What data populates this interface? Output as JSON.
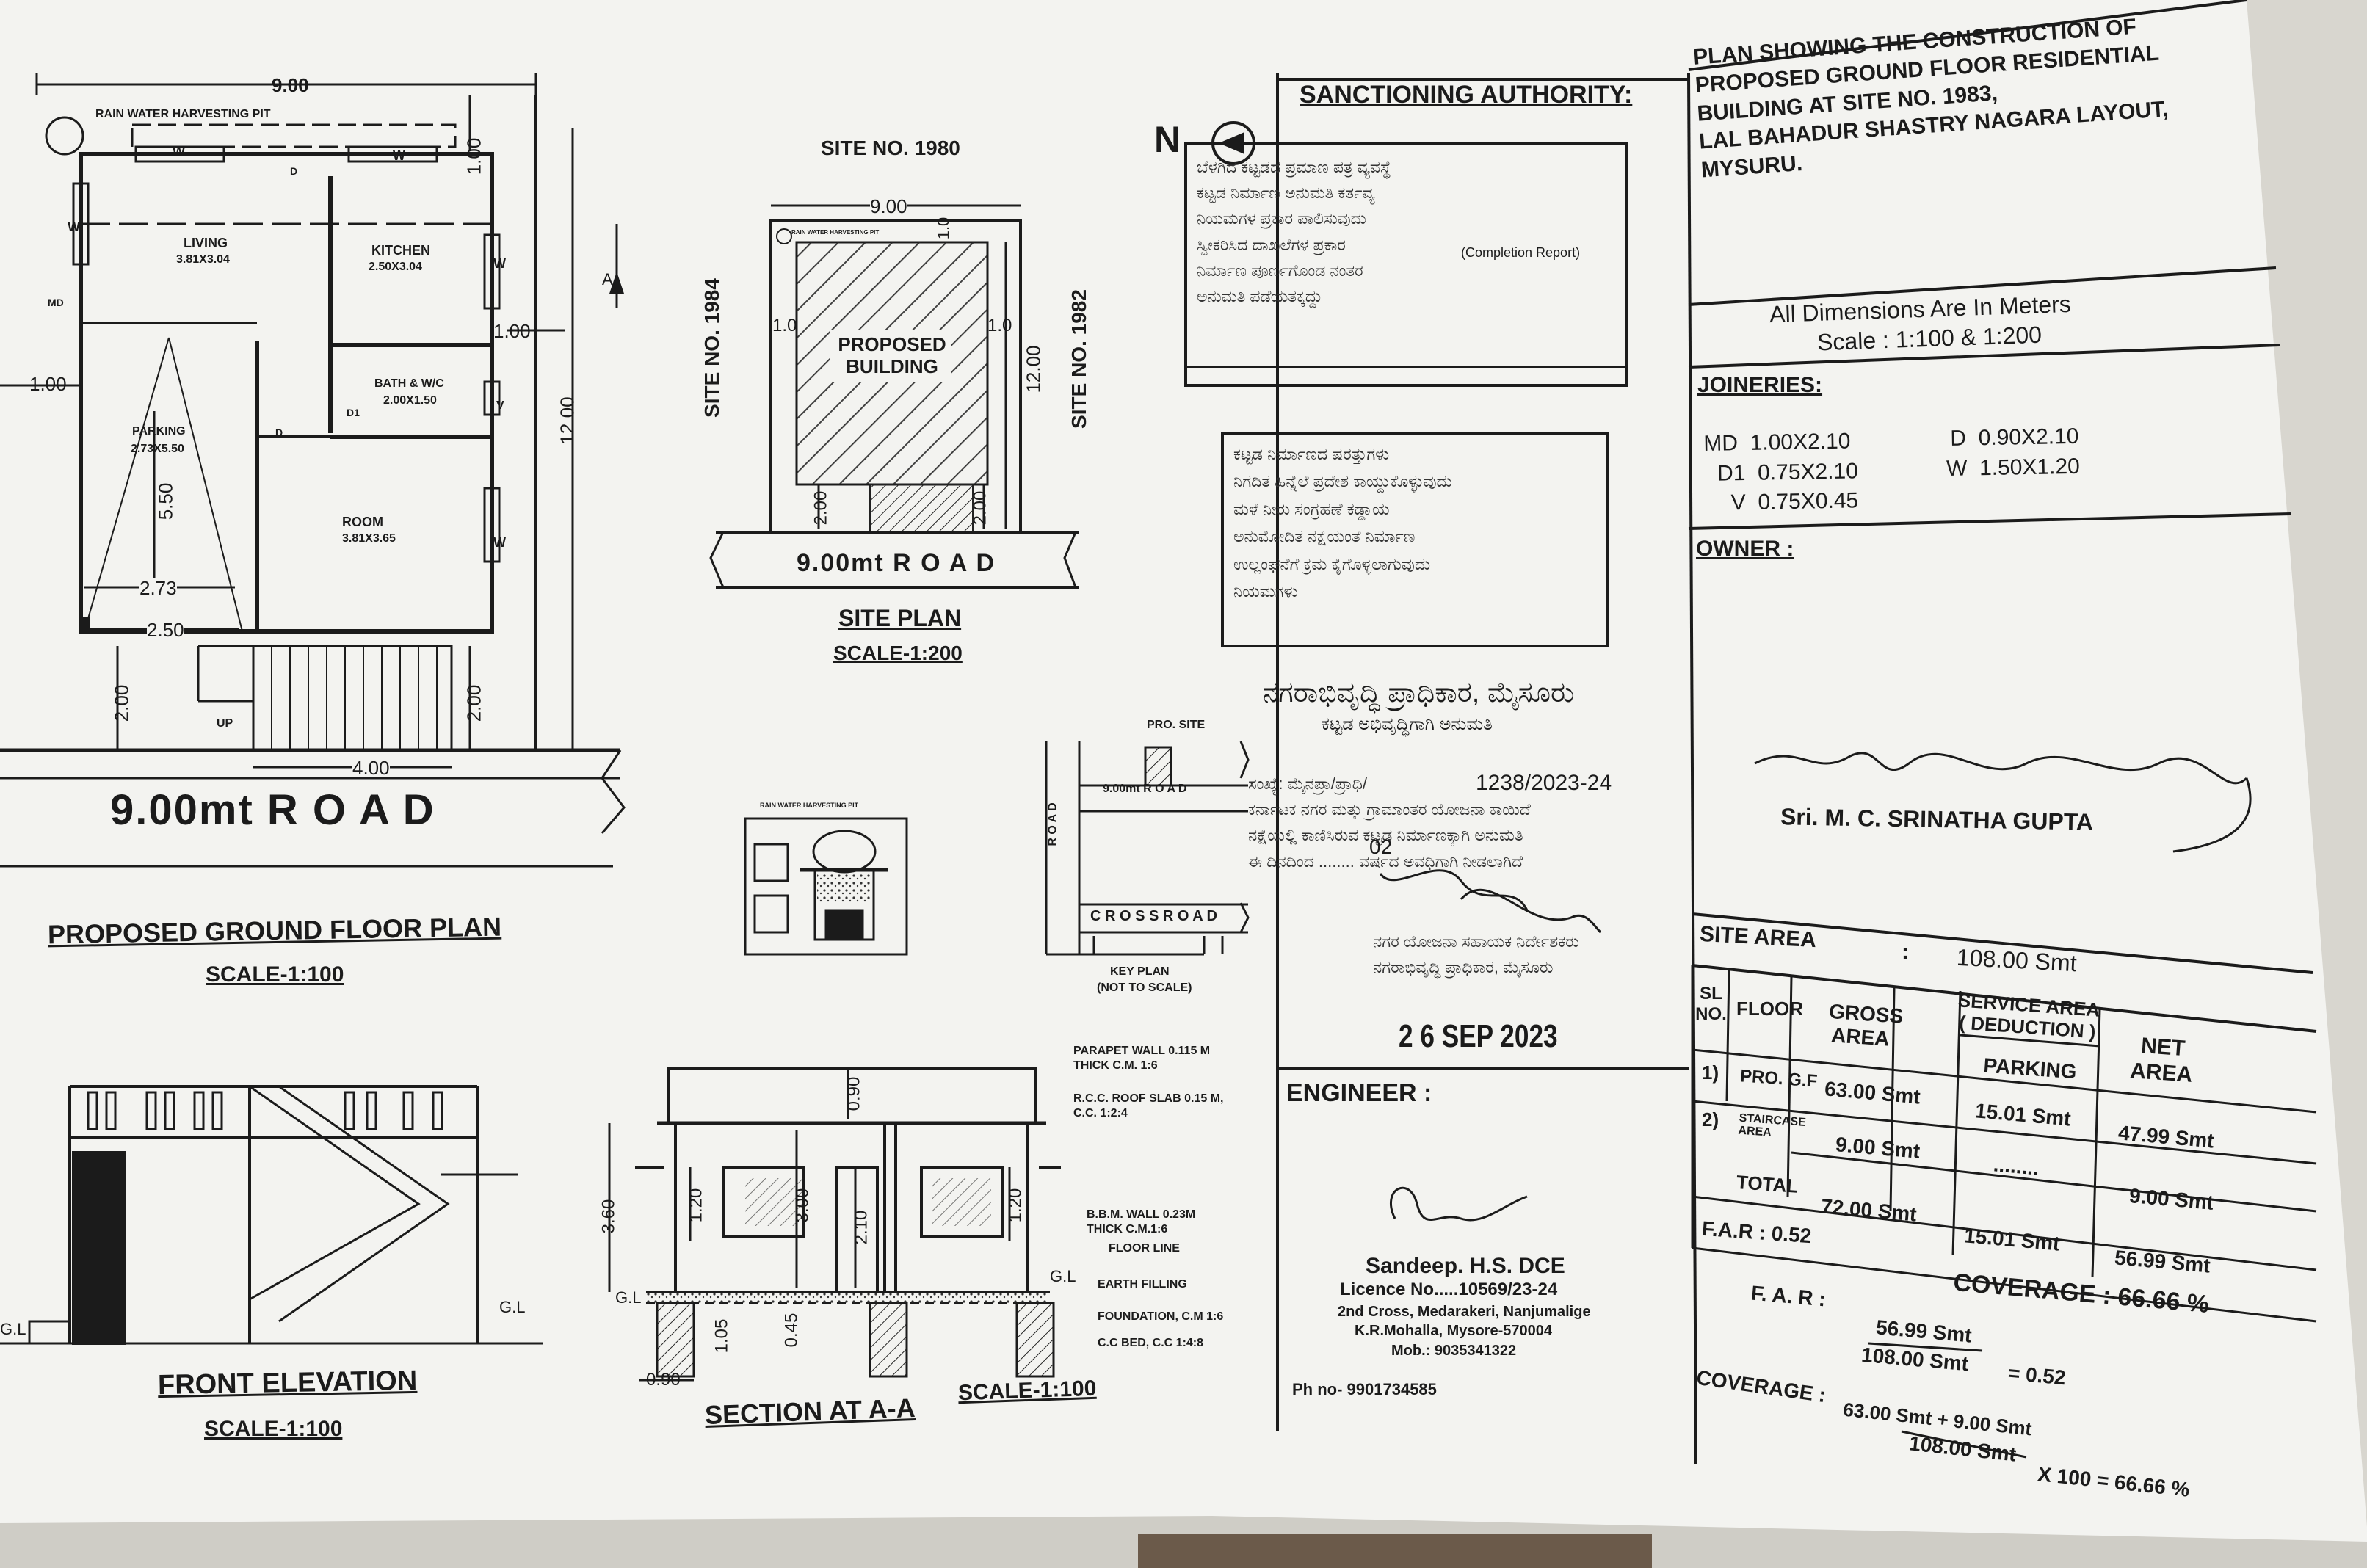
{
  "floor_plan": {
    "width_dim": "9.00",
    "depth_dim": "12.00",
    "rainwater_pit": "RAIN WATER HARVESTING PIT",
    "front_setback": "1.00",
    "side_setback": "1.00",
    "left_setback": "1.00",
    "rooms": [
      {
        "name": "LIVING",
        "size": "3.81X3.04"
      },
      {
        "name": "KITCHEN",
        "size": "2.50X3.04"
      },
      {
        "name": "BATH & W/C",
        "size": "2.00X1.50"
      },
      {
        "name": "PARKING",
        "size": "2.73X5.50"
      },
      {
        "name": "ROOM",
        "size": "3.81X3.65"
      }
    ],
    "door_labels": {
      "md": "MD",
      "d": "D",
      "d1": "D1",
      "w": "W",
      "v": "V",
      "up": "UP"
    },
    "parking_height": "5.50",
    "parking_width_1": "2.73",
    "parking_width_2": "2.50",
    "front_dim_left": "2.00",
    "front_dim_right": "2.00",
    "stair_width": "4.00",
    "road": "9.00mt  R O A D",
    "title": "PROPOSED GROUND FLOOR PLAN",
    "scale": "SCALE-1:100",
    "section_mark": "A"
  },
  "site_plan": {
    "site_no_top": "SITE NO. 1980",
    "site_no_left": "SITE NO. 1984",
    "site_no_right": "SITE NO. 1982",
    "width_dim": "9.00",
    "depth_dim": "12.00",
    "setback_top": "1.0",
    "setback_left": "1.0",
    "setback_right": "1.0",
    "front_left": "2.00",
    "front_right": "2.00",
    "building_label": "PROPOSED BUILDING",
    "pit_label": "RAIN WATER HARVESTING PIT",
    "road": "9.00mt  R O A D",
    "title": "SITE PLAN",
    "scale": "SCALE-1:200"
  },
  "rwh_detail": {
    "title": "RAIN WATER HARVESTING PIT"
  },
  "key_plan": {
    "pro_site": "PRO. SITE",
    "road_top": "9.00mt  R O A D",
    "road_side": "R O A D",
    "cross_road": "C R O S S  R O A D",
    "title": "KEY PLAN",
    "subtitle": "(NOT TO SCALE)"
  },
  "elevation": {
    "title": "FRONT ELEVATION",
    "scale": "SCALE-1:100",
    "gl_left": "G.L",
    "gl_right": "G.L"
  },
  "section": {
    "parapet": "PARAPET WALL 0.115 M THICK C.M. 1:6",
    "slab": "R.C.C. ROOF SLAB 0.15 M, C.C. 1:2:4",
    "wall": "B.B.M. WALL 0.23M THICK C.M.1:6",
    "floor_line": "FLOOR LINE",
    "earth": "EARTH FILLING",
    "foundation": "FOUNDATION, C.M 1:6",
    "cc_bed": "C.C BED, C.C 1:4:8",
    "parapet_h": "0.90",
    "total_h": "3.60",
    "window_h1": "1.20",
    "floor_h": "3.00",
    "door_h": "2.10",
    "window_h2": "1.20",
    "plinth": "0.45",
    "found_h": "1.05",
    "found_w": "0.90",
    "gl_left": "G.L",
    "gl_right": "G.L",
    "title": "SECTION AT A-A",
    "scale": "SCALE-1:100"
  },
  "sanction": {
    "heading": "SANCTIONING AUTHORITY:",
    "north": "N",
    "stamp_text": "(Completion Report)",
    "authority_kn": "ನಗರಾಭಿವೃದ್ಧಿ ಪ್ರಾಧಿಕಾರ, ಮೈಸೂರು",
    "permission_kn": "ಕಟ್ಟಡ ಅಭಿವೃದ್ಧಿಗಾಗಿ ಅನುಮತಿ",
    "ref_no": "1238/2023-24",
    "validity": "02",
    "date": "2 6 SEP 2023"
  },
  "engineer": {
    "heading": "ENGINEER :",
    "name": "Sandeep. H.S. DCE",
    "licence": "Licence No.....10569/23-24",
    "address1": "2nd Cross, Medarakeri, Nanjumalige",
    "address2": "K.R.Mohalla, Mysore-570004",
    "mobile": "Mob.: 9035341322",
    "phone": "Ph no- 9901734585"
  },
  "title_block": {
    "description": [
      "PLAN SHOWING THE CONSTRUCTION OF",
      "PROPOSED GROUND FLOOR RESIDENTIAL",
      "BUILDING AT SITE NO. 1983,",
      "LAL BAHADUR SHASTRY NAGARA LAYOUT,",
      "MYSURU."
    ],
    "dimensions_note": "All Dimensions Are In Meters",
    "scale_note": "Scale : 1:100 & 1:200",
    "joineries_heading": "JOINERIES:",
    "joineries": [
      {
        "code": "MD",
        "size": "1.00X2.10"
      },
      {
        "code": "D1",
        "size": "0.75X2.10"
      },
      {
        "code": "V",
        "size": "0.75X0.45"
      },
      {
        "code": "D",
        "size": "0.90X2.10"
      },
      {
        "code": "W",
        "size": "1.50X1.20"
      }
    ],
    "owner_heading": "OWNER :",
    "owner_name": "Sri. M. C. SRINATHA GUPTA"
  },
  "area_table": {
    "site_area_label": "SITE AREA",
    "colon": ":",
    "site_area_value": "108.00 Smt",
    "headers": [
      "SL NO.",
      "FLOOR",
      "GROSS AREA",
      "SERVICE AREA ( DEDUCTION )",
      "NET AREA"
    ],
    "sub_header": "PARKING",
    "rows": [
      {
        "sl": "1)",
        "floor": "PRO. G.F",
        "gross": "63.00 Smt",
        "parking": "15.01 Smt",
        "net": "47.99 Smt"
      },
      {
        "sl": "2)",
        "floor": "STAIRCASE AREA",
        "gross": "9.00 Smt",
        "parking": "........",
        "net": "9.00 Smt"
      },
      {
        "sl": "",
        "floor": "TOTAL",
        "gross": "72.00 Smt",
        "parking": "15.01 Smt",
        "net": "56.99 Smt"
      }
    ],
    "far_label": "F.A.R : 0.52",
    "coverage_label": "COVERAGE :  66.66 %",
    "far_calc_label": "F. A. R :",
    "far_num": "56.99  Smt",
    "far_den": "108.00  Smt",
    "far_result": "=  0.52",
    "cov_calc_label": "COVERAGE :",
    "cov_num": "63.00 Smt + 9.00 Smt",
    "cov_den": "108.00  Smt",
    "cov_result": "X 100  =  66.66 %"
  }
}
